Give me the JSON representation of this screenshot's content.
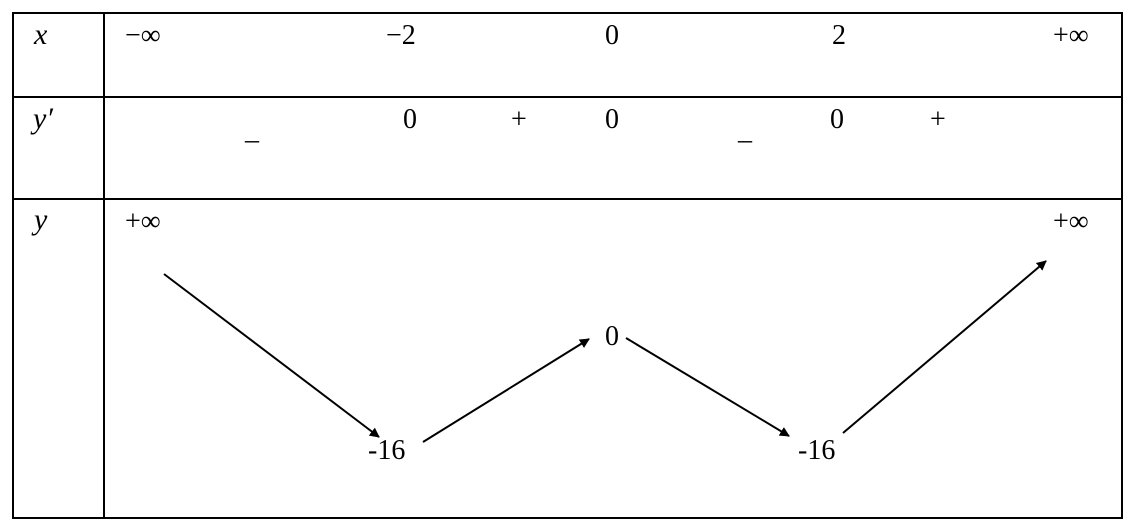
{
  "table": {
    "row_labels": {
      "x": "x",
      "y_prime": "y′",
      "y": "y"
    },
    "x_row": [
      "−∞",
      "−2",
      "0",
      "2",
      "+∞"
    ],
    "y_prime_row": {
      "zeros": [
        "0",
        "0",
        "0"
      ],
      "signs": [
        "_",
        "+",
        "_",
        "+"
      ]
    },
    "y_row": {
      "left_limit": "+∞",
      "right_limit": "+∞",
      "min_left": "-16",
      "max_mid": "0",
      "min_right": "-16"
    }
  },
  "chart_data": {
    "type": "table",
    "title": "Variation table",
    "columns": [
      "x",
      "y′",
      "y"
    ],
    "x": [
      "-inf",
      -2,
      0,
      2,
      "+inf"
    ],
    "y_prime_signs": [
      "-",
      0,
      "+",
      0,
      "-",
      0,
      "+"
    ],
    "y_values": [
      "+inf",
      -16,
      0,
      -16,
      "+inf"
    ],
    "behavior": [
      "decreasing",
      "increasing",
      "decreasing",
      "increasing"
    ]
  },
  "colors": {
    "line": "#000000",
    "background": "#ffffff"
  }
}
